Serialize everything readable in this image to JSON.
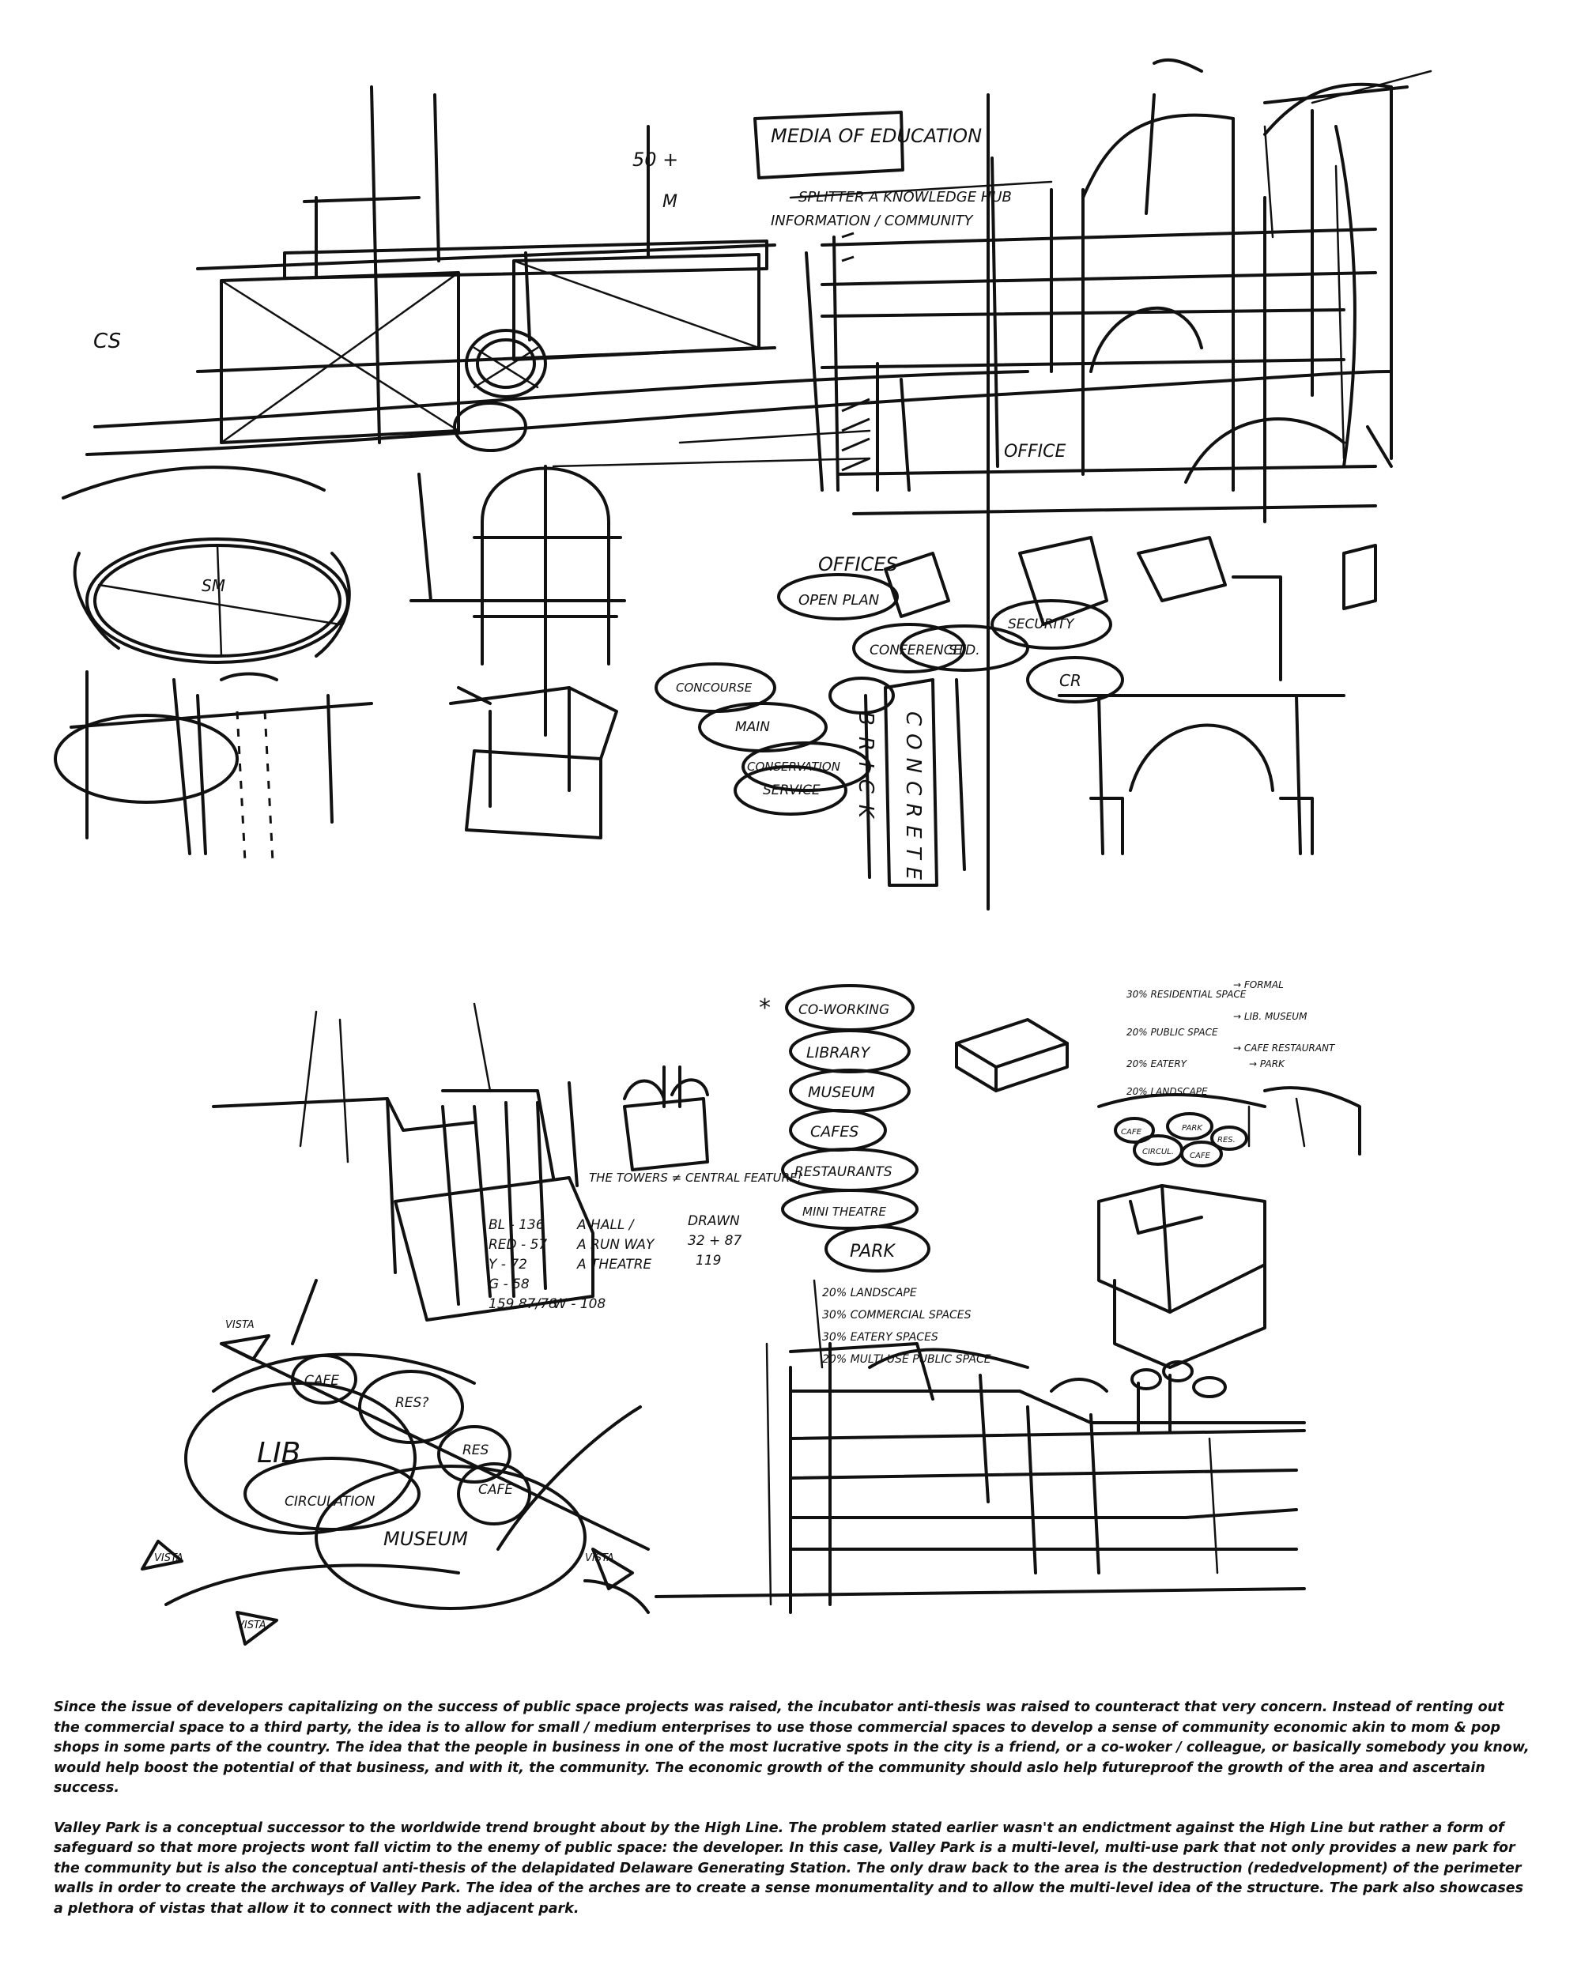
{
  "sketch_top": {
    "labels": {
      "media": "MEDIA OF EDUCATION",
      "splitter": "SPLITTER A KNOWLEDGE HUB",
      "community": "INFORMATION / COMMUNITY",
      "count": "50 +",
      "mark_m": "M",
      "cs": "CS",
      "sm": "SM",
      "office_note": "OFFICE"
    },
    "bubbles": {
      "offices": "OFFICES",
      "open_plan": "OPEN PLAN",
      "concourse": "CONCOURSE",
      "conference": "CONFERENCE",
      "security": "SECURITY",
      "main": "MAIN",
      "cr": "CR",
      "std": "STD.",
      "conservation": "CONSERVATION",
      "service": "SERVICE"
    },
    "materials": {
      "brick": "BRICK",
      "concrete": "CONCRETE"
    }
  },
  "sketch_bottom": {
    "towers_note": "THE TOWERS ≠ CENTRAL FEATURE!",
    "colors": [
      "BL - 136",
      "RED - 57",
      "Y - 72",
      "G - 58",
      "159 87/78"
    ],
    "program_a": [
      "A HALL /",
      "A RUN WAY",
      "A THEATRE"
    ],
    "drawn": "DRAWN",
    "drawn_val": "32 + 87",
    "drawn_val2": "119",
    "w_val": "W - 108",
    "list_star": "*",
    "program_list": [
      "CO-WORKING",
      "LIBRARY",
      "MUSEUM",
      "CAFES",
      "RESTAURANTS",
      "MINI THEATRE",
      "PARK"
    ],
    "percent_list": [
      "20% LANDSCAPE",
      "30% COMMERCIAL SPACES",
      "30% EATERY SPACES",
      "20% MULTI USE PUBLIC SPACE"
    ],
    "percent_list_right": [
      "30% RESIDENTIAL SPACE",
      "20% PUBLIC SPACE",
      "20% EATERY",
      "20% LANDSCAPE"
    ],
    "right_arrows": [
      "→ FORMAL",
      "→ LIB. MUSEUM",
      "→ CAFE RESTAURANT",
      "→ PARK"
    ],
    "bubble_small": [
      "CAFE",
      "PARK",
      "CIRCUL.",
      "CAFE",
      "RES."
    ],
    "bubble_diagram": {
      "lib": "LIB",
      "cafe": "CAFE",
      "res_top": "RES?",
      "res_right": "RES",
      "cafe_right": "CAFE",
      "circulation": "CIRCULATION",
      "museum": "MUSEUM",
      "vista_top": "VISTA",
      "vista_left": "VISTA",
      "vista_bottom": "VISTA",
      "vista_right": "VISTA"
    }
  },
  "caption": {
    "p1": "Since the issue of developers capitalizing on the success of public space projects was raised, the incubator anti-thesis was raised to counteract that very concern. Instead of renting out the commercial space to a third party, the idea is to allow for small / medium enterprises to use those commercial spaces to develop a sense of community economic akin to mom & pop shops in some parts of the country. The idea that the people in business in one of the most lucrative spots in the city is a friend, or a co-woker / colleague, or basically somebody you know, would help boost the potential of that business, and with it, the community. The economic growth of the community should aslo help futureproof the growth of the area and ascertain success.",
    "p2": "Valley Park is a conceptual successor to the worldwide trend brought about by the High Line. The problem stated earlier wasn't an endictment against the High Line but rather a form of safeguard so that more projects wont fall victim to the enemy of public space: the developer. In this case, Valley Park is a multi-level, multi-use park that not only provides a new park for the community but is also the conceptual anti-thesis of the delapidated Delaware Generating Station. The only draw back to the area is the destruction (rededvelopment) of the perimeter walls in order to create the archways of Valley Park. The idea of the arches are to create a sense monumentality and to allow the multi-level idea of the structure. The park also showcases a plethora of  vistas that allow it to connect with the adjacent park."
  }
}
